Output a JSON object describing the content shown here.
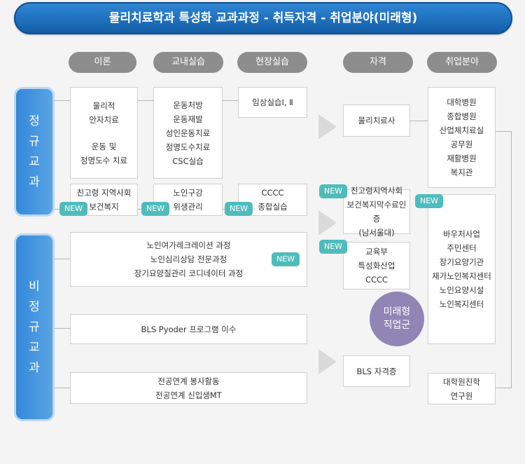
{
  "title": "물리치료학과 특성화 교과과정 - 취득자격 - 취업분야(미래형)",
  "headers": {
    "theory": "이론",
    "campus": "교내실습",
    "field": "현장실습",
    "cert": "자격",
    "career": "취업분야"
  },
  "sides": {
    "regular": "정규교과",
    "nonregular": "비정규교과"
  },
  "theory": {
    "box1": [
      "물리적",
      "안자치료",
      "",
      "운동 및",
      "정명도수 치료"
    ],
    "box2": [
      "친고령 지역사회",
      "보건복지"
    ]
  },
  "campus": {
    "box1": [
      "운동처방",
      "운동재발",
      "성인운동치료",
      "정명도수치료",
      "CSC실습"
    ],
    "box2": [
      "노인구강",
      "위생관리"
    ]
  },
  "field": {
    "box1": [
      "임상실습Ⅰ, Ⅱ"
    ],
    "box2": [
      "CCCC",
      "종합실습"
    ]
  },
  "nonregular": {
    "box1": [
      "노인여가레크레이션 과정",
      "노인심리상담 전문과정",
      "장기요양질관리 코디네이터 과정"
    ],
    "box2": [
      "BLS Pyoder 프로그램 이수"
    ],
    "box3": [
      "전공연계 봉사활동",
      "전공연계 신입생MT"
    ]
  },
  "cert": {
    "box1": [
      "물리치료사"
    ],
    "box2": [
      "친고령지역사회",
      "보건복지막수료인증",
      "(남서울대)"
    ],
    "box3": [
      "교육부",
      "특성화산업",
      "CCCC"
    ],
    "box4": [
      "BLS 자격증"
    ]
  },
  "career": {
    "box1": [
      "대학병원",
      "종합병원",
      "산업체치료실",
      "공무원",
      "재활병원",
      "복지관"
    ],
    "box2": [
      "바우처사업",
      "주민센터",
      "장기요양기관",
      "재가노인복지센터",
      "노인요양시설",
      "노인복지센터"
    ],
    "box3": [
      "대학원진학",
      "연구원"
    ]
  },
  "future": [
    "미래형",
    "직업군"
  ],
  "badge": "NEW",
  "colors": {
    "title": "#1a6cbf",
    "side": "#3b8fdc",
    "pill": "#8d8d8d",
    "badge": "#4fbcbc",
    "circle": "#9085b4"
  }
}
